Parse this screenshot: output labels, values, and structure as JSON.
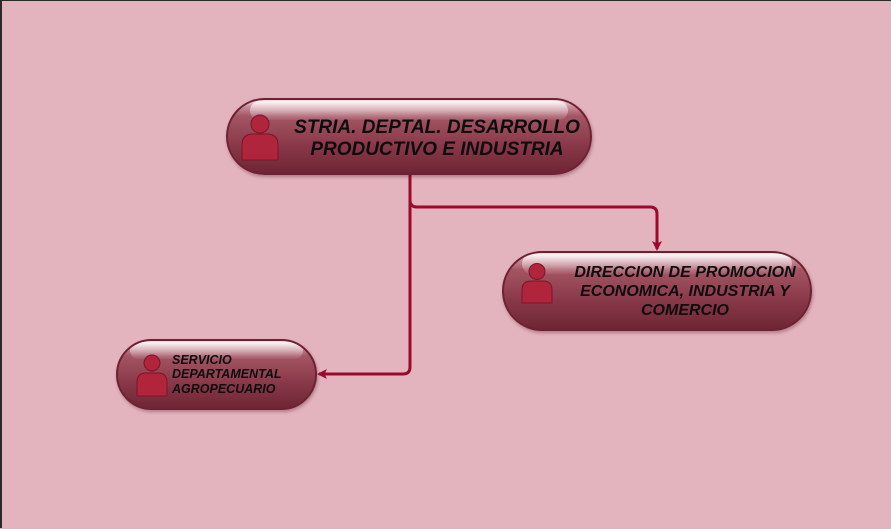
{
  "diagram": {
    "nodes": [
      {
        "id": "top",
        "icon": "person-icon",
        "lines": [
          "STRIA. DEPTAL. DESARROLLO",
          "PRODUCTIVO E INDUSTRIA"
        ]
      },
      {
        "id": "right",
        "icon": "person-icon",
        "lines": [
          "DIRECCION DE PROMOCION",
          "ECONOMICA, INDUSTRIA Y",
          "COMERCIO"
        ]
      },
      {
        "id": "left",
        "icon": "person-icon",
        "lines": [
          "SERVICIO",
          "DEPARTAMENTAL",
          "AGROPECUARIO"
        ]
      }
    ],
    "edges": [
      {
        "from": "top",
        "to": "right"
      },
      {
        "from": "top",
        "to": "left"
      }
    ],
    "colors": {
      "background": "#e3b4be",
      "node_fill": "#8a3a4a",
      "node_border": "#6e2231",
      "connector": "#9b0a2c",
      "icon": "#b0243c"
    }
  }
}
